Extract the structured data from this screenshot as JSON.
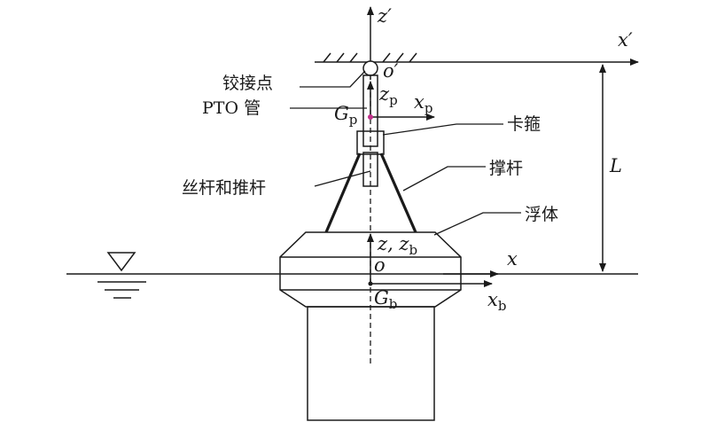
{
  "labels": {
    "hinge": "铰接点",
    "pto": "PTO 管",
    "clamp": "卡箍",
    "screw": "丝杆和推杆",
    "strut": "撑杆",
    "float": "浮体"
  },
  "axes": {
    "z_prime": "z′",
    "x_prime": "x′",
    "o_prime": "o′",
    "z_p": "z",
    "z_p_sub": "p",
    "x_p": "x",
    "x_p_sub": "p",
    "G_p": "G",
    "G_p_sub": "p",
    "z_b": "z, z",
    "z_b_sub": "b",
    "o": "o",
    "x": "x",
    "G_b": "G",
    "G_b_sub": "b",
    "x_b": "x",
    "x_b_sub": "b",
    "L": "L"
  },
  "colors": {
    "line": "#1a1a1a",
    "gp_dot": "#c0308a"
  }
}
